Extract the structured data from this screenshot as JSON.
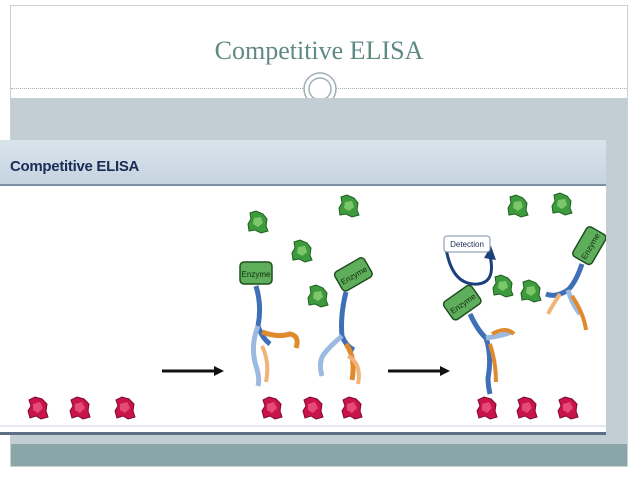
{
  "slide": {
    "title": "Competitive ELISA"
  },
  "figure": {
    "title": "Competitive ELISA",
    "enzyme_label": "Enzyme",
    "detection_label": "Detection"
  },
  "colors": {
    "title": "#5f8a84",
    "antigen": "#c8144a",
    "free_antigen": "#3d9a3d",
    "enzyme_fill": "#5fae5c",
    "antibody_blue": "#3f6fb6",
    "antibody_orange": "#e08a2e"
  }
}
